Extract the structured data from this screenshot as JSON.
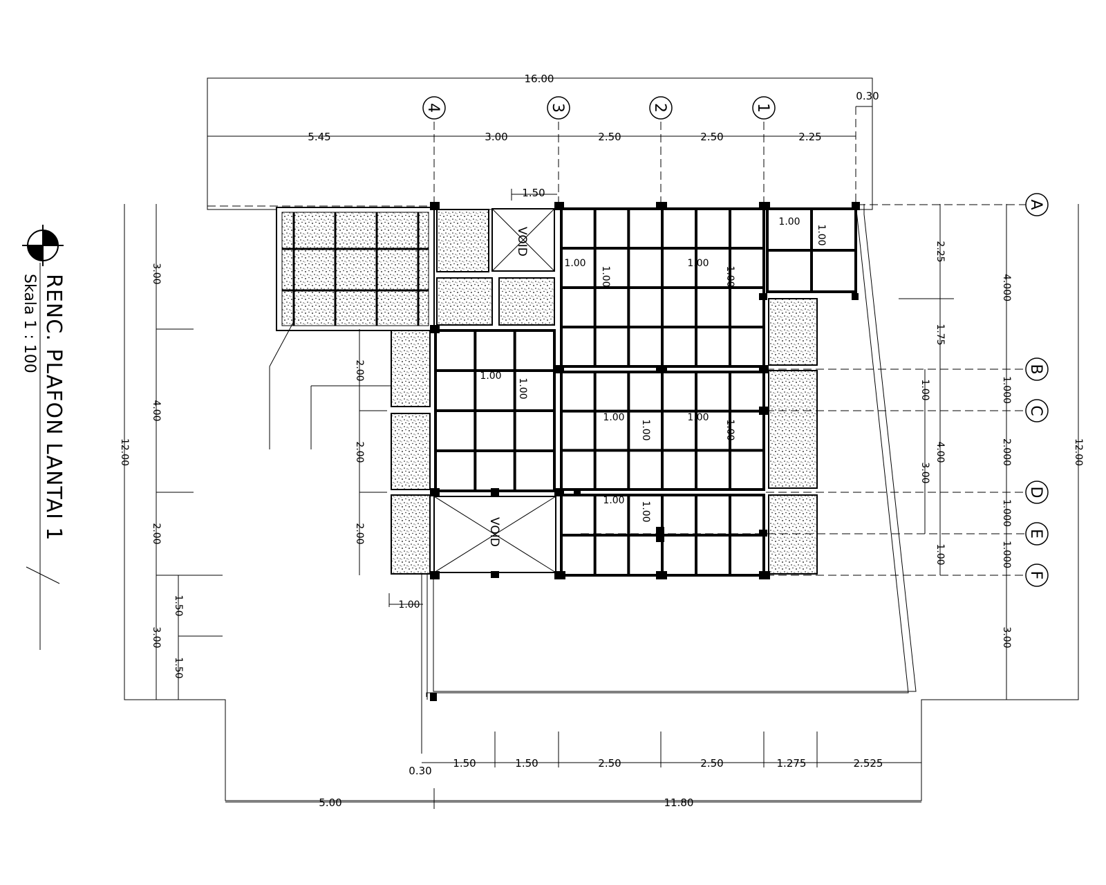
{
  "title": {
    "main": "RENC. PLAFON LANTAI 1",
    "scale": "Skala 1 : 100"
  },
  "axes": {
    "numbered": [
      "4",
      "3",
      "2",
      "1"
    ],
    "lettered": [
      "A",
      "B",
      "C",
      "D",
      "E",
      "F"
    ]
  },
  "room_labels": {
    "void_top": "VOID",
    "void_bottom": "VOID"
  },
  "dimensions": {
    "top_overall": "16.00",
    "top_offset": "0.30",
    "top_segments": [
      "5.45",
      "3.00",
      "2.50",
      "2.50",
      "2.25"
    ],
    "void_width": "1.50",
    "bottom_segments": [
      "1.50",
      "1.50",
      "2.50",
      "2.50",
      "1.275",
      "2.525"
    ],
    "bottom_offset": "0.30",
    "bottom_overall": [
      "5.00",
      "11.80"
    ],
    "left_overall": "12.00",
    "left_segments": [
      "3.00",
      "4.00",
      "2.00",
      "3.00"
    ],
    "left_sub": [
      "1.50",
      "1.50"
    ],
    "left_inner": [
      "2.00",
      "2.00",
      "2.00"
    ],
    "small_offset": "1.00",
    "right_overall": "12.00",
    "right_outer": [
      "4.000",
      "1.000",
      "2.000",
      "1.000",
      "1.000",
      "3.00"
    ],
    "right_mid": [
      "2.25",
      "1.75",
      "4.00",
      "1.00"
    ],
    "right_inner": [
      "1.00",
      "3.00"
    ],
    "grid_spacing": "1.00"
  }
}
